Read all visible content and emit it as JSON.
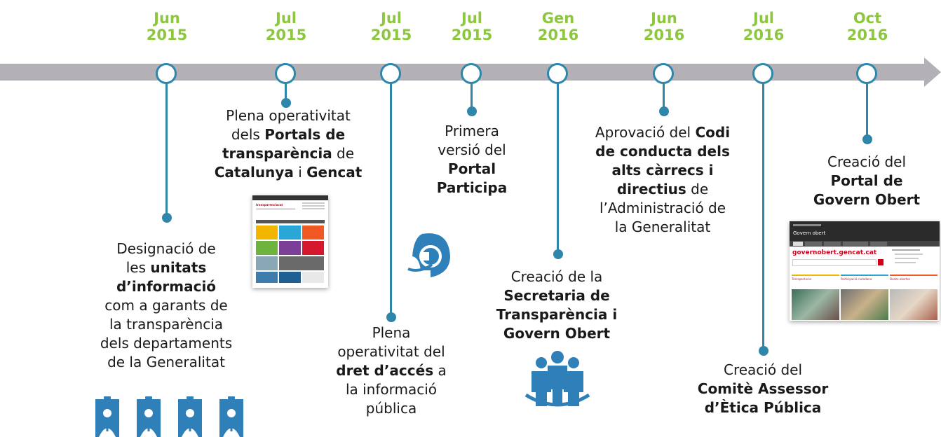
{
  "dates": [
    {
      "month": "Jun",
      "year": "2015"
    },
    {
      "month": "Jul",
      "year": "2015"
    },
    {
      "month": "Jul",
      "year": "2015"
    },
    {
      "month": "Jul",
      "year": "2015"
    },
    {
      "month": "Gen",
      "year": "2016"
    },
    {
      "month": "Jun",
      "year": "2016"
    },
    {
      "month": "Jul",
      "year": "2016"
    },
    {
      "month": "Oct",
      "year": "2016"
    }
  ],
  "events": {
    "e1": {
      "l1": "Designació de",
      "l2a": "les ",
      "l2b": "unitats",
      "l3": "d’informació",
      "l4": "com a garants de",
      "l5": "la transparència",
      "l6": "dels departaments",
      "l7": "de la Generalitat"
    },
    "e2": {
      "l1": "Plena operativitat",
      "l2a": "dels ",
      "l2b": "Portals de",
      "l3a": "transparència",
      "l3b": " de",
      "l4a": "Catalunya",
      "l4b": " i ",
      "l4c": "Gencat"
    },
    "e3": {
      "l1": "Plena",
      "l2": "operativitat del",
      "l3a": "dret d’accés",
      "l3b": " a",
      "l4": "la informació",
      "l5": "pública"
    },
    "e4": {
      "l1": "Primera",
      "l2": "versió del",
      "l3": "Portal",
      "l4": "Participa"
    },
    "e5": {
      "l1": "Creació de la",
      "l2": "Secretaria de",
      "l3": "Transparència i",
      "l4": "Govern Obert"
    },
    "e6": {
      "l1a": "Aprovació del ",
      "l1b": "Codi",
      "l2": "de conducta dels",
      "l3": "alts càrrecs i",
      "l4a": "directius",
      "l4b": " de",
      "l5": "l’Administració de",
      "l6": "la Generalitat"
    },
    "e7": {
      "l1": "Creació del",
      "l2": "Comitè Assessor",
      "l3": "d’Ètica Pública"
    },
    "e8": {
      "l1": "Creació del",
      "l2": "Portal de",
      "l3": "Govern Obert"
    }
  },
  "thumbnails": {
    "transparency": {
      "logo": "transparenciacat"
    },
    "govern_obert": {
      "header": "Govern obert",
      "logo": "governobert.gencat.cat",
      "cols": [
        "Transparència",
        "Participació ciutadana",
        "Dades obertes"
      ]
    }
  },
  "colors": {
    "accent_green": "#8dc63f",
    "timeline_gray": "#b3b1b6",
    "marker_blue": "#2e86ab",
    "icon_blue": "#2f7fb8"
  },
  "icons": [
    "person-badge-icon",
    "support-headset-icon",
    "group-people-icon"
  ]
}
